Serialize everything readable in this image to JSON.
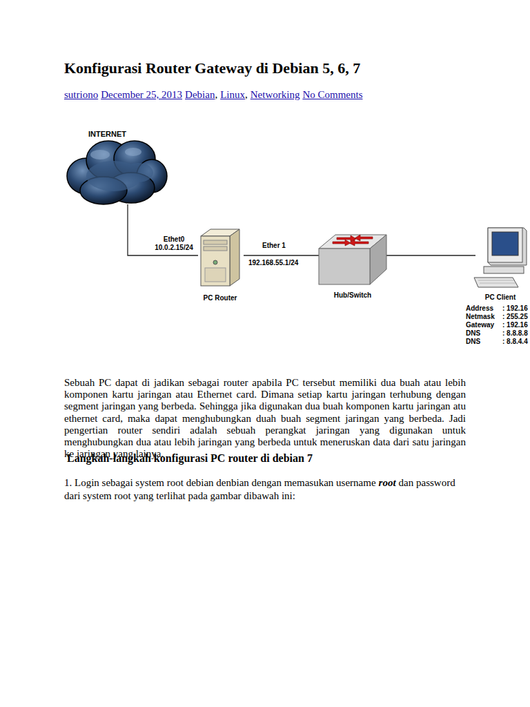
{
  "diagram": {
    "title": "Konfigurasi Router Gateway di Debian 5, 6, 7",
    "nodes": [
      {
        "text": [
          "INTERNET"
        ]
      },
      {
        "text": [
          "PC Router"
        ]
      },
      {
        "text": [
          "Hub/Switch"
        ]
      },
      {
        "text": [
          "PC Client"
        ]
      }
    ],
    "edges": [
      {
        "from": 0,
        "to": 1,
        "arrow": "none",
        "label": "Ethet0 10.0.2.15/24"
      },
      {
        "from": 1,
        "to": 2,
        "arrow": "none",
        "label": "Ether 1"
      },
      {
        "from": 2,
        "to": 3,
        "arrow": "none"
      }
    ],
    "labels": [
      "sutriono",
      "December 25, 2013",
      "Debian",
      ",",
      "Linux",
      ",",
      "Networking",
      "No Comments",
      "192.168.55.1/24",
      "Address",
      ": 192.16",
      "Netmask",
      ": 255.25",
      "Gateway",
      ": 192.16",
      "DNS",
      ": 8.8.8.8",
      "DNS",
      ": 8.8.4.4",
      "Sebuah PC dapat di jadikan sebagai router apabila PC tersebut memiliki dua buah atau lebih komponen kartu jaringan atau Ethernet card. Dimana setiap kartu jaringan terhubung dengan segment jaringan yang berbeda. Sehingga jika digunakan dua buah komponen kartu jaringan atu ethernet card, maka dapat menghubungkan duah buah segment jaringan yang berbeda. Jadi pengertian router sendiri adalah sebuah perangkat jaringan yang digunakan untuk menghubungkan dua atau lebih jaringan yang berbeda untuk meneruskan data dari satu jaringan ke jaringan yang lainya.",
      "Langkah-langkah konfigurasi PC router di debian 7",
      "1. Login sebagai system root debian denbian dengan memasukan username",
      "root",
      "dan password dari system root yang terlihat pada gambar dibawah ini:"
    ]
  }
}
